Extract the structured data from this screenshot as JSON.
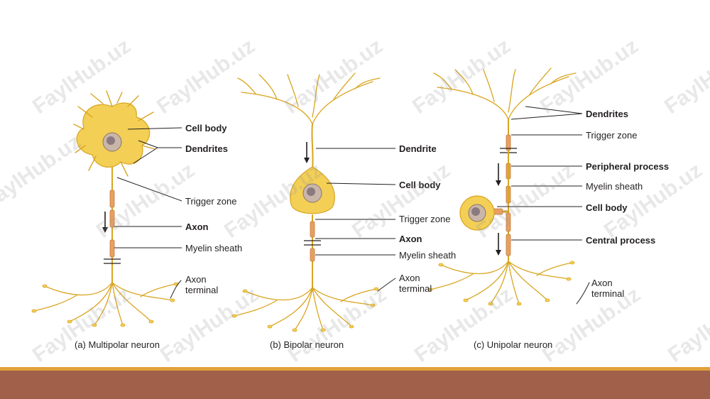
{
  "watermark": "FaylHub.uz",
  "colors": {
    "neuron": "#d9a520",
    "neuron_fill": "#f3cf55",
    "myelin": "#e8a060",
    "nucleus": "#8a7a80",
    "line": "#231f20",
    "bar_top": "#e2a13b",
    "bar_bottom": "#a0604a"
  },
  "panels": {
    "a": {
      "caption": "(a) Multipolar neuron",
      "labels": {
        "cell_body": "Cell body",
        "dendrites": "Dendrites",
        "trigger_zone": "Trigger zone",
        "axon": "Axon",
        "myelin_sheath": "Myelin sheath",
        "axon_terminal_1": "Axon",
        "axon_terminal_2": "terminal"
      }
    },
    "b": {
      "caption": "(b) Bipolar neuron",
      "labels": {
        "dendrite": "Dendrite",
        "cell_body": "Cell body",
        "trigger_zone": "Trigger zone",
        "axon": "Axon",
        "myelin_sheath": "Myelin sheath",
        "axon_terminal_1": "Axon",
        "axon_terminal_2": "terminal"
      }
    },
    "c": {
      "caption": "(c) Unipolar neuron",
      "labels": {
        "dendrites": "Dendrites",
        "trigger_zone": "Trigger zone",
        "peripheral_process": "Peripheral process",
        "myelin_sheath": "Myelin sheath",
        "cell_body": "Cell body",
        "central_process": "Central process",
        "axon_terminal_1": "Axon",
        "axon_terminal_2": "terminal"
      }
    }
  }
}
